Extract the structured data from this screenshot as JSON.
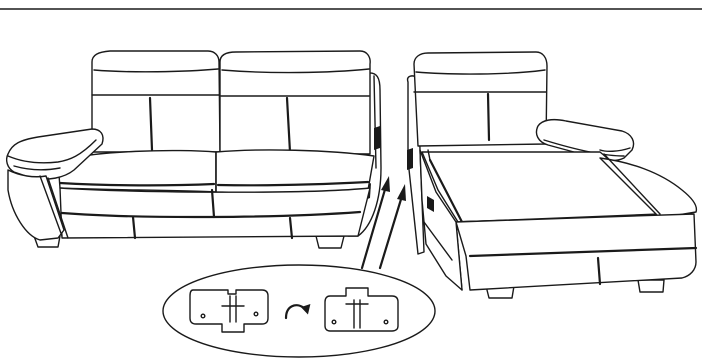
{
  "illustration": {
    "kind": "sectional sofa assembly diagram",
    "line_color": "#1a1a1a",
    "background": "#ffffff",
    "parts": [
      "loveseat-module",
      "chaise-module",
      "connector-bracket-detail"
    ],
    "icons": [
      "rotate-arrow-icon",
      "insert-arrow-icon"
    ]
  }
}
